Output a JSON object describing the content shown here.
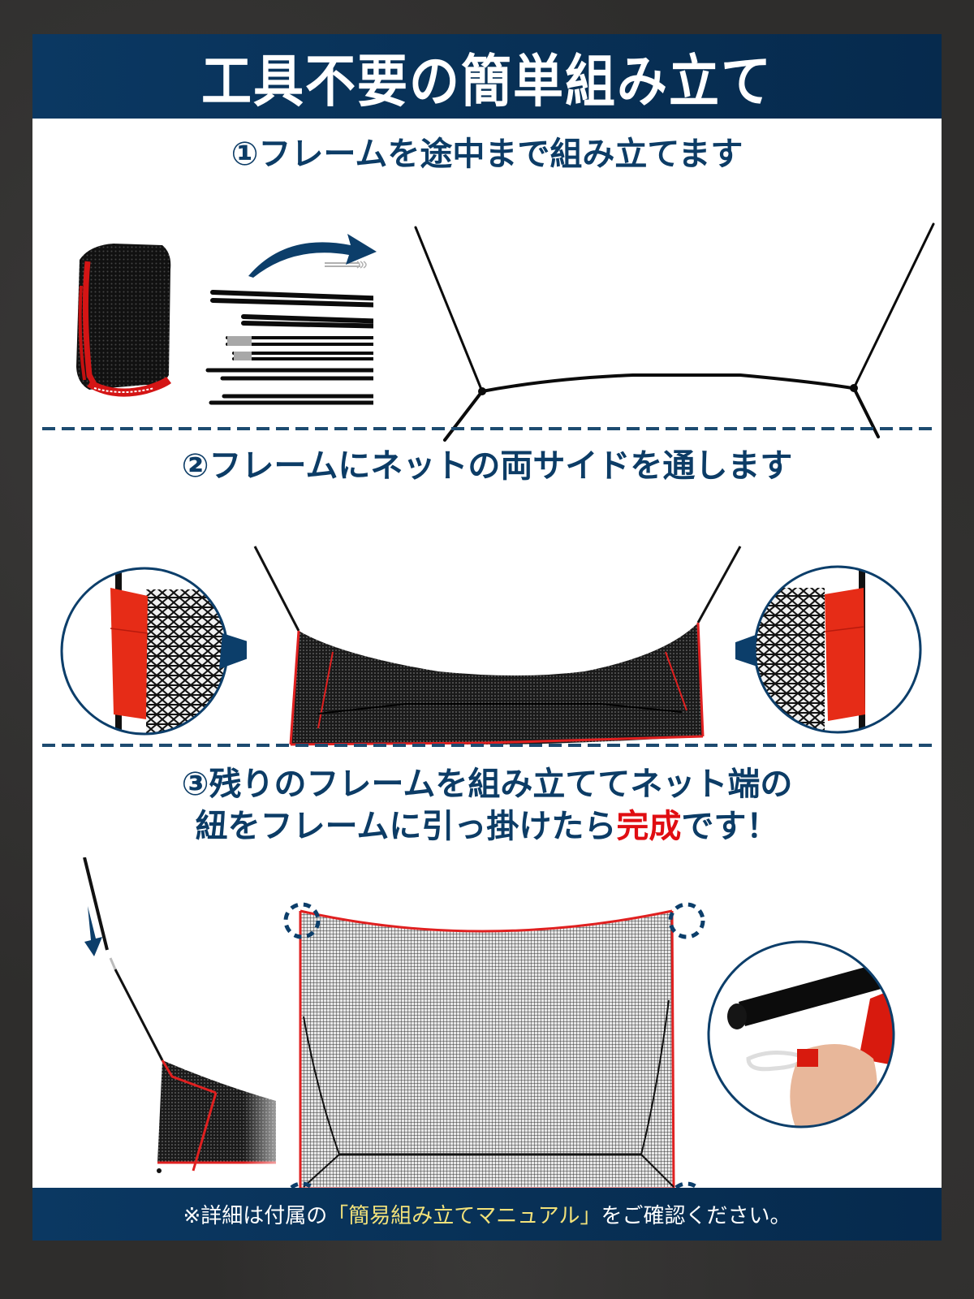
{
  "title": "工具不要の簡単組み立て",
  "colors": {
    "navy": "#0b3862",
    "heading_text": "#0c3c66",
    "accent_red": "#e00d12",
    "footer_highlight": "#f3e27a",
    "net_trim_red": "#e02020",
    "background": "#2e2d2c"
  },
  "steps": [
    {
      "number": "①",
      "text": "フレームを途中まで組み立てます",
      "images": [
        "folded-net-and-poles",
        "arrow-curved-right",
        "partial-frame"
      ]
    },
    {
      "number": "②",
      "text": "フレームにネットの両サイドを通します",
      "images": [
        "zoom-circle-left-sleeve",
        "net-on-frame-partial",
        "zoom-circle-right-sleeve"
      ]
    },
    {
      "number": "③",
      "line1": "残りのフレームを組み立ててネット端の",
      "line2_prefix": "紐をフレームに引っ掛けたら",
      "line2_accent": "完成",
      "line2_suffix": "です！",
      "images": [
        "pole-insert-arrow",
        "completed-net",
        "zoom-circle-loop-hook"
      ]
    }
  ],
  "footer": {
    "prefix": "※詳細は付属の",
    "highlight": "「簡易組み立てマニュアル」",
    "suffix": "をご確認ください。"
  }
}
